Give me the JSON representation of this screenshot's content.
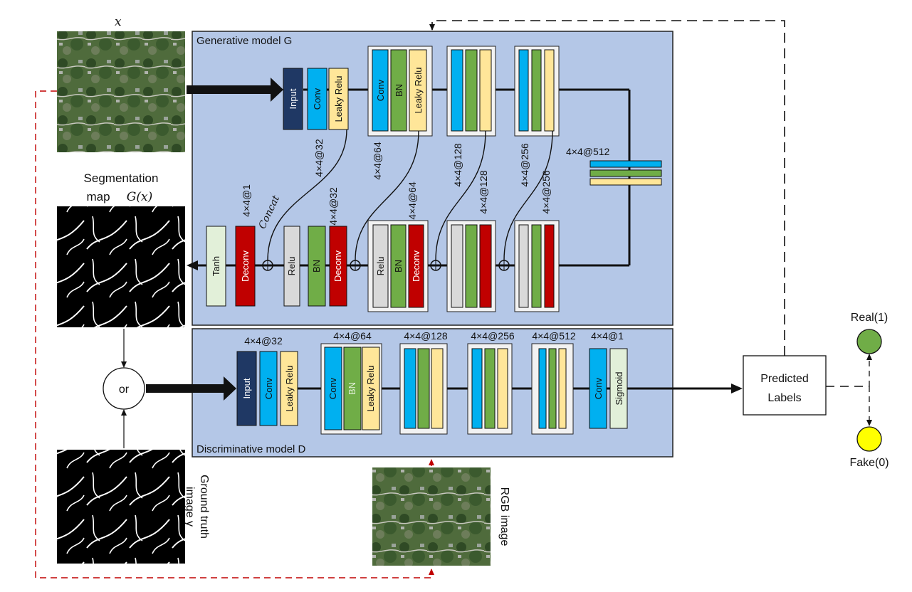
{
  "labels": {
    "x": "x",
    "seg_a": "Segmentation",
    "seg_b": "map",
    "seg_c": "G(x)",
    "gt_a": "Ground truth",
    "gt_b": "image y",
    "rgb": "RGB image",
    "or": "or",
    "concat": "Concat",
    "pred_a": "Predicted",
    "pred_b": "Labels",
    "real": "Real(1)",
    "fake": "Fake(0)"
  },
  "generator": {
    "title": "Generative model G",
    "enc": {
      "input": "Input",
      "conv": "Conv",
      "lrelu": "Leaky Relu",
      "bn": "BN",
      "sizes": [
        "4×4@32",
        "4×4@64",
        "4×4@128",
        "4×4@256"
      ],
      "bottleneck": "4×4@512"
    },
    "dec": {
      "tanh": "Tanh",
      "deconv": "Deconv",
      "relu": "Relu",
      "bn": "BN",
      "sizes": [
        "4×4@1",
        "4×4@32",
        "4×4@64",
        "4×4@128",
        "4×4@256"
      ]
    }
  },
  "discriminator": {
    "title": "Discriminative model D",
    "input": "Input",
    "conv": "Conv",
    "lrelu": "Leaky Relu",
    "bn": "BN",
    "sigmoid": "Sigmoid",
    "sizes": [
      "4×4@32",
      "4×4@64",
      "4×4@128",
      "4×4@256",
      "4×4@512",
      "4×4@1"
    ]
  },
  "colors": {
    "panel": "#b4c7e7",
    "input": "#1f3864",
    "conv": "#00b0f0",
    "bn": "#70ad47",
    "lrelu": "#ffe699",
    "relu": "#d9d9d9",
    "deconv": "#c00000",
    "tanh": "#e2f0d9",
    "real": "#70ad47",
    "fake": "#ffff00",
    "redline": "#c00000"
  }
}
